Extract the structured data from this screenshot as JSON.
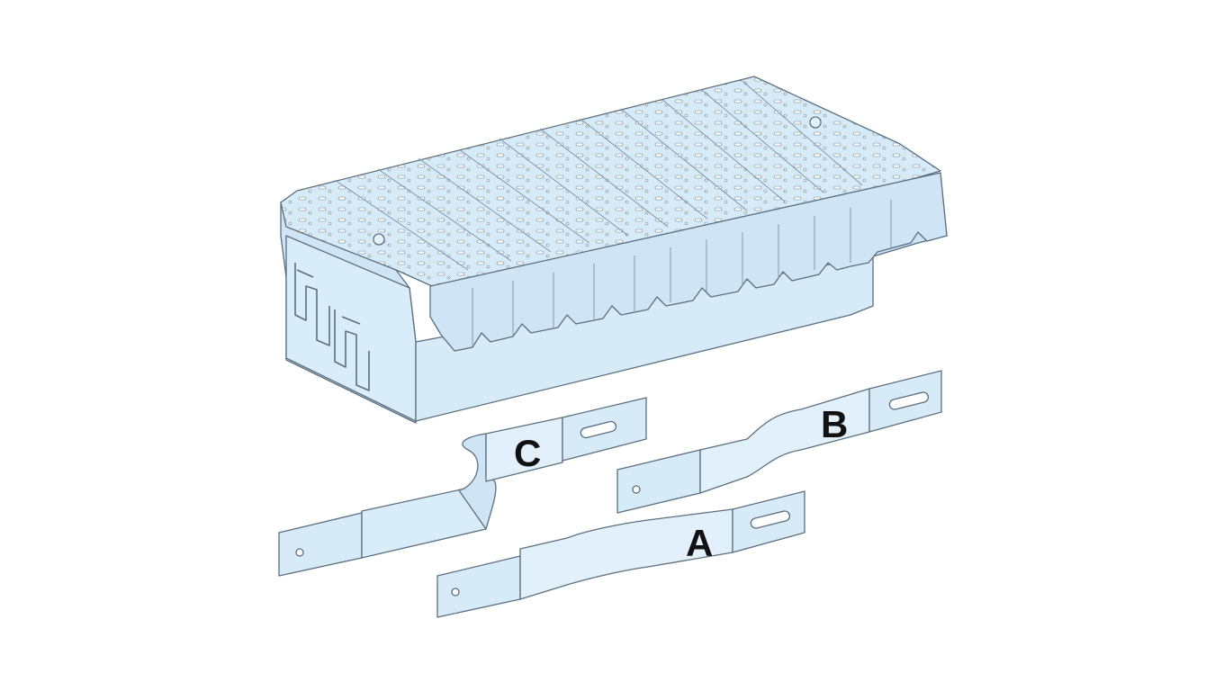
{
  "illustration": {
    "subject": "busbar-connection-block-with-three-phase-bars",
    "colors": {
      "part_fill": "#d6eaf8",
      "part_fill_light": "#e6f2fb",
      "part_fill_dark": "#bcd9ef",
      "outline": "#5b6f7e",
      "slot": "#ffffff",
      "background": "#ffffff"
    },
    "bars": [
      {
        "id": "A",
        "label": "A"
      },
      {
        "id": "B",
        "label": "B"
      },
      {
        "id": "C",
        "label": "C"
      }
    ]
  }
}
